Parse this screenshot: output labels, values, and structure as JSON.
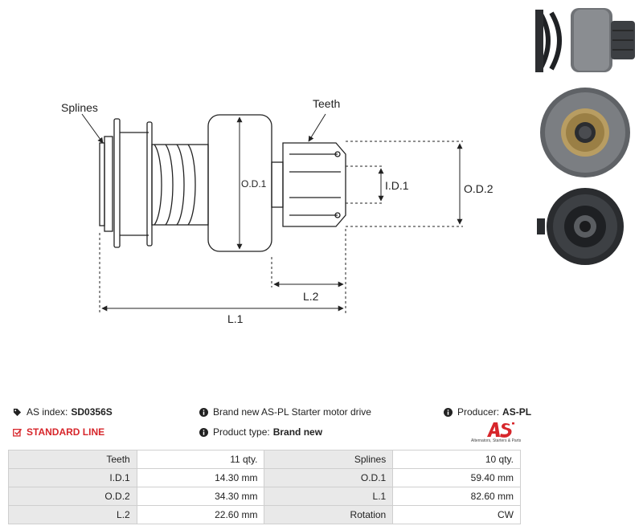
{
  "diagram": {
    "labels": {
      "splines": "Splines",
      "teeth": "Teeth",
      "od1": "O.D.1",
      "id1": "I.D.1",
      "od2": "O.D.2",
      "l2": "L.2",
      "l1": "L.1"
    }
  },
  "info": {
    "as_index_label": "AS index:",
    "as_index_value": "SD0356S",
    "line_label": "STANDARD LINE",
    "description": "Brand new AS-PL Starter motor drive",
    "product_type_label": "Product type:",
    "product_type_value": "Brand new",
    "producer_label": "Producer:",
    "producer_value": "AS-PL",
    "logo_tagline": "Alternators, Starters & Parts"
  },
  "colors": {
    "accent_red": "#d7262b",
    "table_header_bg": "#e9e9e9"
  },
  "specs": [
    {
      "label_a": "Teeth",
      "value_a": "11 qty.",
      "label_b": "Splines",
      "value_b": "10 qty."
    },
    {
      "label_a": "I.D.1",
      "value_a": "14.30 mm",
      "label_b": "O.D.1",
      "value_b": "59.40 mm"
    },
    {
      "label_a": "O.D.2",
      "value_a": "34.30 mm",
      "label_b": "L.1",
      "value_b": "82.60 mm"
    },
    {
      "label_a": "L.2",
      "value_a": "22.60 mm",
      "label_b": "Rotation",
      "value_b": "CW"
    }
  ]
}
